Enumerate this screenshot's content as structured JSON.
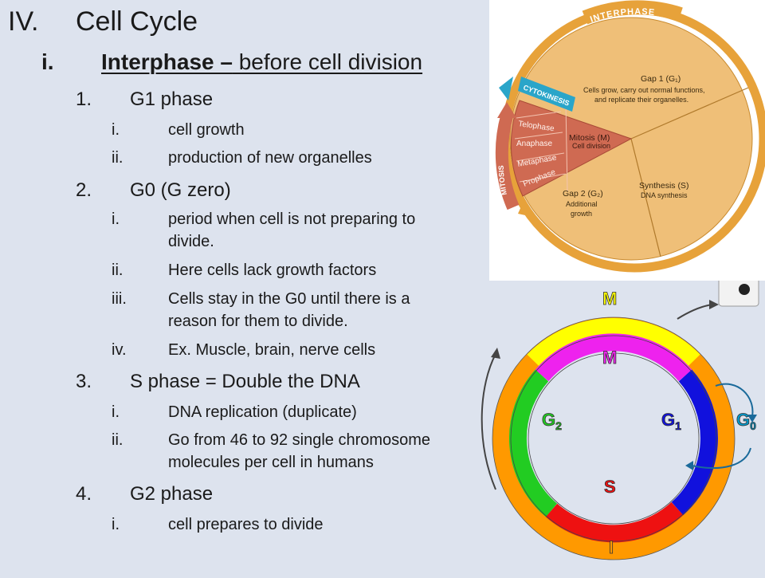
{
  "heading": {
    "num": "IV.",
    "title": "Cell Cycle"
  },
  "subheading": {
    "num": "i.",
    "bold": "Interphase –",
    "rest": " before cell division"
  },
  "items": [
    {
      "num": "1.",
      "label": "G1 phase"
    },
    {
      "num": "2.",
      "label": "G0 (G zero)"
    },
    {
      "num": "3.",
      "label": "S phase = Double the DNA"
    },
    {
      "num": "4.",
      "label": "G2 phase"
    }
  ],
  "g1_points": [
    {
      "num": "i.",
      "text": "cell growth"
    },
    {
      "num": "ii.",
      "text": "production of new organelles"
    }
  ],
  "g0_points": [
    {
      "num": "i.",
      "line1": "period when cell is not preparing to",
      "line2": "divide."
    },
    {
      "num": "ii.",
      "text": "Here cells lack growth factors"
    },
    {
      "num": "iii.",
      "line1": "Cells stay in the G0 until there is a",
      "line2": "reason for them to divide."
    },
    {
      "num": "iv.",
      "text": "Ex. Muscle, brain, nerve cells"
    }
  ],
  "s_points": [
    {
      "num": "i.",
      "text": "DNA replication (duplicate)"
    },
    {
      "num": "ii.",
      "line1": "Go from 46 to 92 single chromosome",
      "line2": "molecules per cell in humans"
    }
  ],
  "g2_points": [
    {
      "num": "i.",
      "text": "cell prepares to divide"
    }
  ],
  "diagram1": {
    "interphase_label": "INTERPHASE",
    "gap1_title": "Gap 1 (G₁)",
    "gap1_desc1": "Cells grow, carry out normal functions,",
    "gap1_desc2": "and replicate their organelles.",
    "synthesis_title": "Synthesis (S)",
    "synthesis_desc": "DNA synthesis",
    "gap2_title": "Gap 2 (G₂)",
    "gap2_desc1": "Additional",
    "gap2_desc2": "growth",
    "mitosis_title": "Mitosis (M)",
    "mitosis_desc": "Cell division",
    "cytokinesis": "CYTOKINESIS",
    "mitosis_label": "MITOSIS",
    "phases": [
      "Telophase",
      "Anaphase",
      "Metaphase",
      "Prophase"
    ],
    "colors": {
      "ring": "#e7a23a",
      "body": "#efbf78",
      "mitosis": "#cf6a52",
      "cytokinesis": "#2aa5c9"
    }
  },
  "diagram2": {
    "outer_top": "M",
    "outer_bottom": "I",
    "inner_m": "M",
    "g2": "G",
    "g2_sub": "2",
    "g1": "G",
    "g1_sub": "1",
    "s": "S",
    "g0": "G",
    "g0_sub": "0",
    "colors": {
      "m": "#ffff00",
      "interphase": "#ff9900",
      "inner_m": "#ee22ee",
      "g2": "#22cc22",
      "s": "#ee1111",
      "g1": "#1111dd",
      "g0": "#0099cc"
    }
  }
}
